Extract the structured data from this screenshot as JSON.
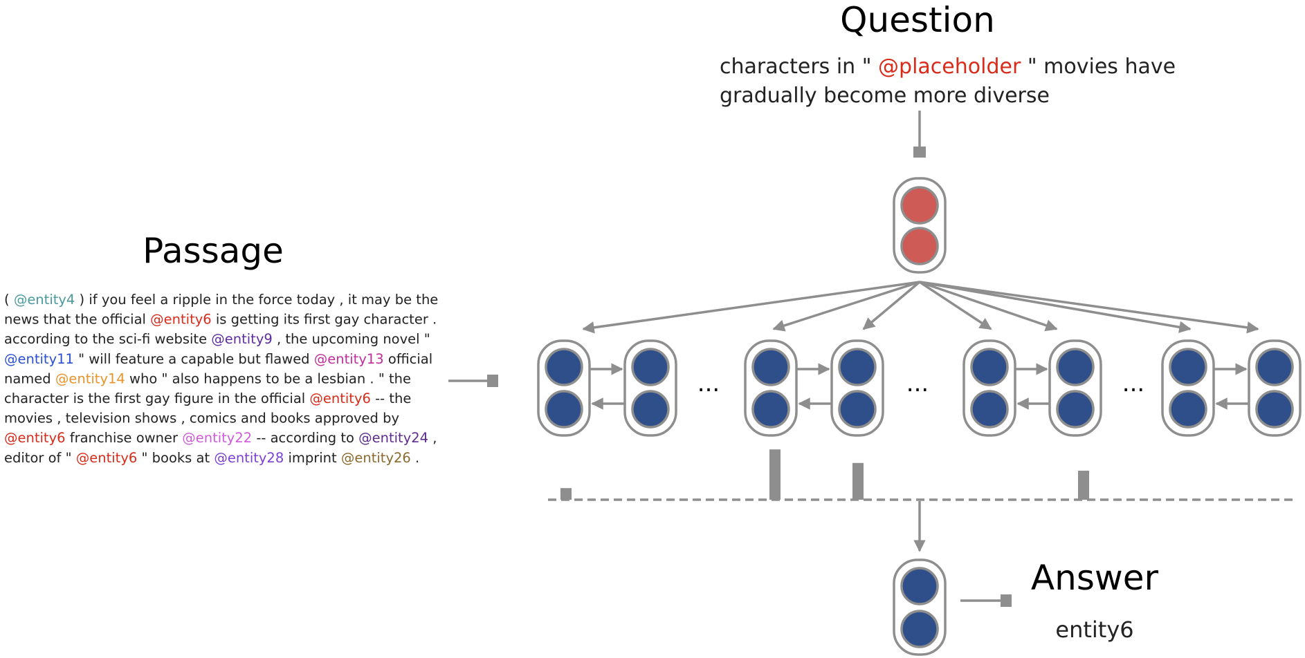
{
  "question": {
    "title": "Question",
    "line1_pre": "characters in \" ",
    "line1_entity": "@placeholder",
    "line1_post": " \" movies have",
    "line2": "gradually become more diverse"
  },
  "passage": {
    "title": "Passage",
    "lines": [
      [
        {
          "t": "( "
        },
        {
          "t": "@entity4",
          "c": "#4a9a9c"
        },
        {
          "t": " ) if you feel a ripple in the force today , it may be the"
        }
      ],
      [
        {
          "t": "news that the official "
        },
        {
          "t": "@entity6",
          "c": "#d92b1a"
        },
        {
          "t": " is getting its first gay character ."
        }
      ],
      [
        {
          "t": "according to the sci-fi website "
        },
        {
          "t": "@entity9",
          "c": "#5b2d9e"
        },
        {
          "t": " , the upcoming novel \""
        }
      ],
      [
        {
          "t": "@entity11",
          "c": "#2a4fd6"
        },
        {
          "t": " \" will feature a capable but flawed "
        },
        {
          "t": "@entity13",
          "c": "#c22d9b"
        },
        {
          "t": " official"
        }
      ],
      [
        {
          "t": "named "
        },
        {
          "t": "@entity14",
          "c": "#e8932a"
        },
        {
          "t": " who \" also happens to be a lesbian . \" the"
        }
      ],
      [
        {
          "t": "character is the first gay figure in the official "
        },
        {
          "t": "@entity6",
          "c": "#d92b1a"
        },
        {
          "t": " -- the"
        }
      ],
      [
        {
          "t": "movies , television shows , comics and books approved by"
        }
      ],
      [
        {
          "t": "@entity6",
          "c": "#d92b1a"
        },
        {
          "t": " franchise owner "
        },
        {
          "t": "@entity22",
          "c": "#cf5bd9"
        },
        {
          "t": " -- according to "
        },
        {
          "t": "@entity24",
          "c": "#5e2b8f"
        },
        {
          "t": " ,"
        }
      ],
      [
        {
          "t": "editor of \" "
        },
        {
          "t": "@entity6",
          "c": "#d92b1a"
        },
        {
          "t": " \" books at "
        },
        {
          "t": "@entity28",
          "c": "#7b3fd6"
        },
        {
          "t": " imprint "
        },
        {
          "t": "@entity26",
          "c": "#8a6a2c"
        },
        {
          "t": " ."
        }
      ]
    ]
  },
  "answer": {
    "title": "Answer",
    "value": "entity6"
  },
  "ellipsis": "...",
  "attention_weights": [
    0.12,
    0.52,
    0.38,
    0.3
  ],
  "colors": {
    "question_node": "#cf5b57",
    "passage_node": "#2f4f8a",
    "connector": "#8e8e8e",
    "entity_red": "#d92b1a"
  }
}
